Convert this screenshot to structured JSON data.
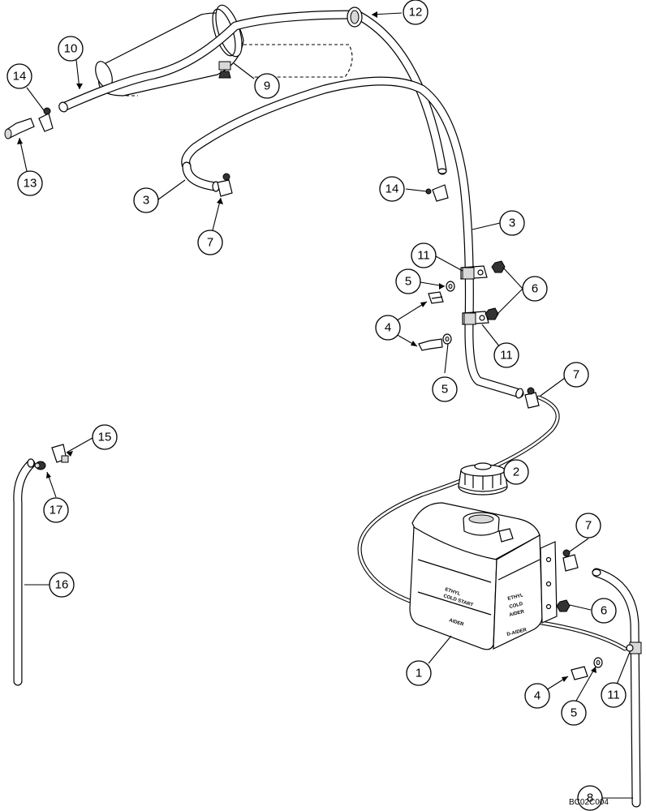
{
  "callouts": {
    "c1": "1",
    "c2": "2",
    "c3a": "3",
    "c3b": "3",
    "c4a": "4",
    "c4b": "4",
    "c5a": "5",
    "c5b": "5",
    "c5c": "5",
    "c6a": "6",
    "c6b": "6",
    "c7a": "7",
    "c7b": "7",
    "c7c": "7",
    "c8": "8",
    "c9": "9",
    "c10": "10",
    "c11a": "11",
    "c11b": "11",
    "c11c": "11",
    "c12": "12",
    "c13": "13",
    "c14a": "14",
    "c14b": "14",
    "c15": "15",
    "c16": "16",
    "c17": "17"
  },
  "tank_label": {
    "line1": "ETHYL",
    "line2": "COLD START",
    "line3": "AIDER",
    "line4": "ETHYL",
    "line5": "COLD",
    "line6": "AIDER",
    "line7": "D-AIDER"
  },
  "drawing_id": "BC02C004"
}
